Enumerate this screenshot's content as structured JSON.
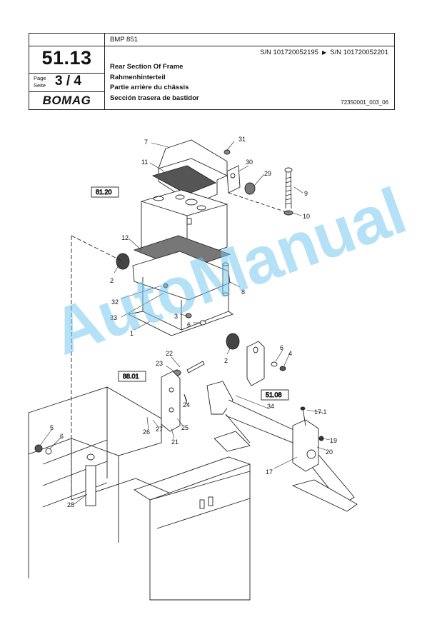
{
  "header": {
    "group_number": "51.13",
    "page_label_line1": "Page",
    "page_label_line2": "Seite",
    "page_number": "3 / 4",
    "brand": "BOMAG",
    "model": "BMP 851",
    "sn_from": "S/N 101720052195",
    "sn_to": "S/N 101720052201",
    "title_en": "Rear Section Of Frame",
    "title_de": "Rahmenhinterteil",
    "title_fr": "Partie arrière du châssis",
    "title_es": "Sección trasera de bastidor",
    "document_number": "72350001_003_06"
  },
  "watermark": "AutoManual",
  "callouts": [
    {
      "id": "c7",
      "label": "7"
    },
    {
      "id": "c31",
      "label": "31"
    },
    {
      "id": "c11",
      "label": "11"
    },
    {
      "id": "c30",
      "label": "30"
    },
    {
      "id": "c29",
      "label": "29"
    },
    {
      "id": "c9",
      "label": "9"
    },
    {
      "id": "c10",
      "label": "10"
    },
    {
      "id": "c12",
      "label": "12"
    },
    {
      "id": "c2a",
      "label": "2"
    },
    {
      "id": "c32",
      "label": "32"
    },
    {
      "id": "c33",
      "label": "33"
    },
    {
      "id": "c8",
      "label": "8"
    },
    {
      "id": "c3",
      "label": "3"
    },
    {
      "id": "c6a",
      "label": "6"
    },
    {
      "id": "c1",
      "label": "1"
    },
    {
      "id": "c2b",
      "label": "2"
    },
    {
      "id": "c6b",
      "label": "6"
    },
    {
      "id": "c4",
      "label": "4"
    },
    {
      "id": "c22",
      "label": "22"
    },
    {
      "id": "c23",
      "label": "23"
    },
    {
      "id": "c24",
      "label": "24"
    },
    {
      "id": "c17_1",
      "label": "17.1"
    },
    {
      "id": "c34",
      "label": "34"
    },
    {
      "id": "c5",
      "label": "5"
    },
    {
      "id": "c6c",
      "label": "6"
    },
    {
      "id": "c26",
      "label": "26"
    },
    {
      "id": "c27",
      "label": "27"
    },
    {
      "id": "c25",
      "label": "25"
    },
    {
      "id": "c21",
      "label": "21"
    },
    {
      "id": "c19",
      "label": "19"
    },
    {
      "id": "c20",
      "label": "20"
    },
    {
      "id": "c17",
      "label": "17"
    },
    {
      "id": "c28",
      "label": "28"
    }
  ],
  "references": [
    {
      "id": "r8120",
      "label": "81.20"
    },
    {
      "id": "r8801",
      "label": "88.01"
    },
    {
      "id": "r5108",
      "label": "51.08"
    }
  ]
}
